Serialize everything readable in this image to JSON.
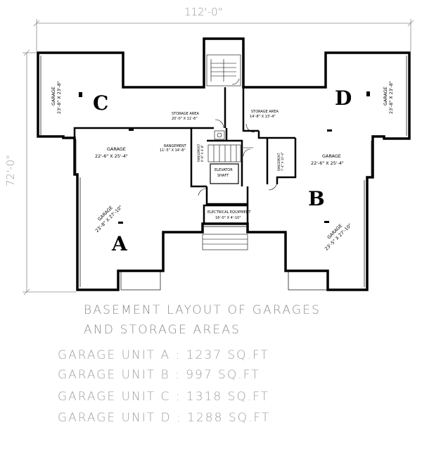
{
  "dimensions": {
    "overall_width": "112'-0\"",
    "overall_depth": "72'-0\""
  },
  "units": {
    "a": "A",
    "b": "B",
    "c": "C",
    "d": "D"
  },
  "rooms": {
    "garage_label": "GARAGE",
    "c_size": "23'-8\" X 23'-8\"",
    "c_lower_size": "22'-6\" X 25'-4\"",
    "d_size": "23'-8\" X 23'-8\"",
    "d_lower_size": "22'-6\" X 25'-4\"",
    "a_size": "23'-8\" X 27'-10\"",
    "b_size": "23'-5\" X 27'-10\"",
    "storage_label": "STORAGE AREA",
    "storage_left_size": "20'-0\" X 11'-6\"",
    "storage_right_size": "14'-8\" X 13'-4\"",
    "rangement_label": "RANGEMENT",
    "rangement_left_size": "11'-5\" X 14'-8\"",
    "rangement_small_size": "6'-8\" X 4'-8\"",
    "rangement_right_size": "7'-4\" X 10'-4\"",
    "elevator_label": "ELEVATOR",
    "shaft_label": "SHAFT",
    "electrical_label": "ELECTRICAL EQUIPMENT",
    "electrical_size": "16'-0\" X 4'-10\""
  },
  "caption": {
    "line1": "BASEMENT LAYOUT OF GARAGES",
    "line2": "AND STORAGE AREAS"
  },
  "areas": [
    "GARAGE UNIT A : 1237 SQ.FT",
    "GARAGE UNIT B : 997 SQ.FT",
    "GARAGE UNIT C : 1318 SQ.FT",
    "GARAGE UNIT D : 1288 SQ.FT"
  ]
}
